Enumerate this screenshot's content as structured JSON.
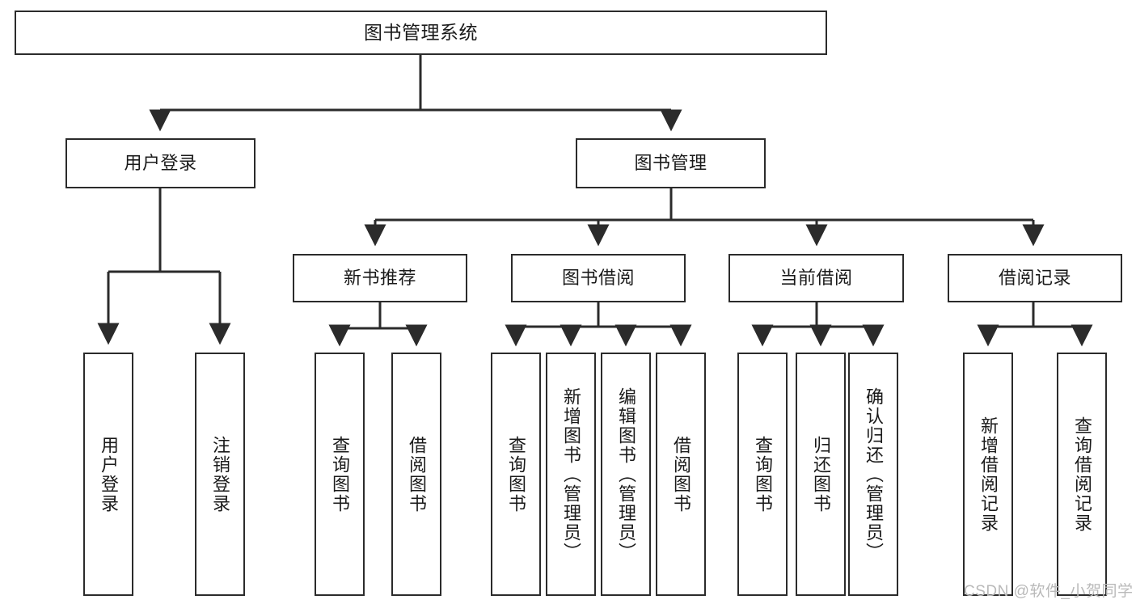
{
  "diagram": {
    "title": "图书管理系统",
    "type": "hierarchy-tree",
    "orientation": "top-down",
    "colors": {
      "box_border": "#2b2b2b",
      "box_fill": "#ffffff",
      "connector": "#2b2b2b",
      "text": "#1a1a1a",
      "watermark": "#b9b9b9",
      "background": "#ffffff"
    },
    "nodes": {
      "root": {
        "label": "图书管理系统",
        "level": 1
      },
      "level2": [
        {
          "id": "user-login",
          "label": "用户登录"
        },
        {
          "id": "book-management",
          "label": "图书管理"
        }
      ],
      "level3": [
        {
          "id": "new-book-recommend",
          "label": "新书推荐",
          "parent": "book-management"
        },
        {
          "id": "book-borrow",
          "label": "图书借阅",
          "parent": "book-management"
        },
        {
          "id": "current-borrow",
          "label": "当前借阅",
          "parent": "book-management"
        },
        {
          "id": "borrow-record",
          "label": "借阅记录",
          "parent": "book-management"
        }
      ],
      "leaves": [
        {
          "id": "leaf-user-login",
          "label": "用户登录",
          "parent": "user-login"
        },
        {
          "id": "leaf-logout",
          "label": "注销登录",
          "parent": "user-login"
        },
        {
          "id": "leaf-query-book-1",
          "label": "查询图书",
          "parent": "new-book-recommend"
        },
        {
          "id": "leaf-borrow-book-1",
          "label": "借阅图书",
          "parent": "new-book-recommend"
        },
        {
          "id": "leaf-query-book-2",
          "label": "查询图书",
          "parent": "book-borrow"
        },
        {
          "id": "leaf-add-book",
          "label": "新增图书（管理员）",
          "parent": "book-borrow"
        },
        {
          "id": "leaf-edit-book",
          "label": "编辑图书（管理员）",
          "parent": "book-borrow"
        },
        {
          "id": "leaf-borrow-book-2",
          "label": "借阅图书",
          "parent": "book-borrow"
        },
        {
          "id": "leaf-query-book-3",
          "label": "查询图书",
          "parent": "current-borrow"
        },
        {
          "id": "leaf-return-book",
          "label": "归还图书",
          "parent": "current-borrow"
        },
        {
          "id": "leaf-confirm-return",
          "label": "确认归还（管理员）",
          "parent": "current-borrow"
        },
        {
          "id": "leaf-add-record",
          "label": "新增借阅记录",
          "parent": "borrow-record"
        },
        {
          "id": "leaf-query-record",
          "label": "查询借阅记录",
          "parent": "borrow-record"
        }
      ]
    },
    "watermark": "CSDN @软件_小贺同学"
  }
}
